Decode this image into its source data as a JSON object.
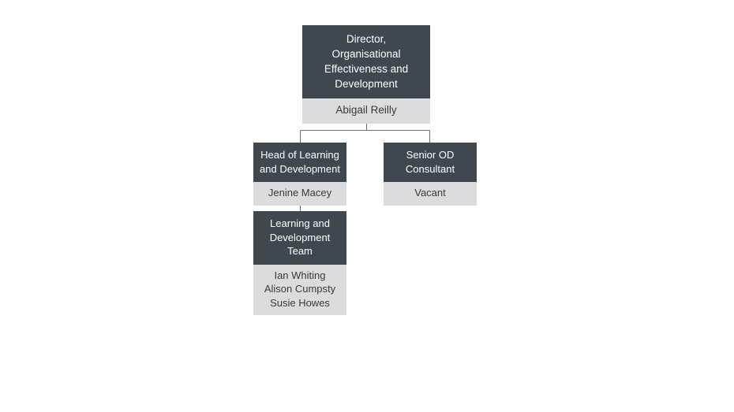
{
  "chart_data": {
    "type": "diagram",
    "diagram_type": "organisational-chart",
    "title": "",
    "colors": {
      "title_background": "#3f474f",
      "title_text": "#ffffff",
      "people_background": "#dcdcde",
      "people_text": "#3a3a3a",
      "connector_line": "#6b7076",
      "canvas_background": "#ffffff"
    },
    "nodes": [
      {
        "id": "director",
        "title": "Director, Organisational Effectiveness and Development",
        "title_lines": [
          "Director,",
          "Organisational",
          "Effectiveness and",
          "Development"
        ],
        "people": [
          "Abigail Reilly"
        ],
        "level": 0,
        "parent": null
      },
      {
        "id": "head-learning",
        "title": "Head of Learning and Development",
        "title_lines": [
          "Head of Learning",
          "and Development"
        ],
        "people": [
          "Jenine Macey"
        ],
        "level": 1,
        "parent": "director"
      },
      {
        "id": "senior-od",
        "title": "Senior OD Consultant",
        "title_lines": [
          "Senior OD",
          "Consultant"
        ],
        "people": [
          "Vacant"
        ],
        "level": 1,
        "parent": "director"
      },
      {
        "id": "ld-team",
        "title": "Learning and Development Team",
        "title_lines": [
          "Learning and",
          "Development Team"
        ],
        "people": [
          "Ian Whiting",
          "Alison Cumpsty",
          "Susie Howes"
        ],
        "level": 2,
        "parent": "head-learning"
      }
    ],
    "edges": [
      {
        "from": "director",
        "to": "head-learning"
      },
      {
        "from": "director",
        "to": "senior-od"
      },
      {
        "from": "head-learning",
        "to": "ld-team"
      }
    ]
  },
  "director": {
    "title_line_1": "Director,",
    "title_line_2": "Organisational",
    "title_line_3": "Effectiveness and",
    "title_line_4": "Development",
    "person_1": "Abigail Reilly"
  },
  "head_learning": {
    "title_line_1": "Head of Learning",
    "title_line_2": "and Development",
    "person_1": "Jenine Macey"
  },
  "senior_od": {
    "title_line_1": "Senior OD",
    "title_line_2": "Consultant",
    "person_1": "Vacant"
  },
  "ld_team": {
    "title_line_1": "Learning and",
    "title_line_2": "Development Team",
    "person_1": "Ian Whiting",
    "person_2": "Alison Cumpsty",
    "person_3": "Susie Howes"
  }
}
